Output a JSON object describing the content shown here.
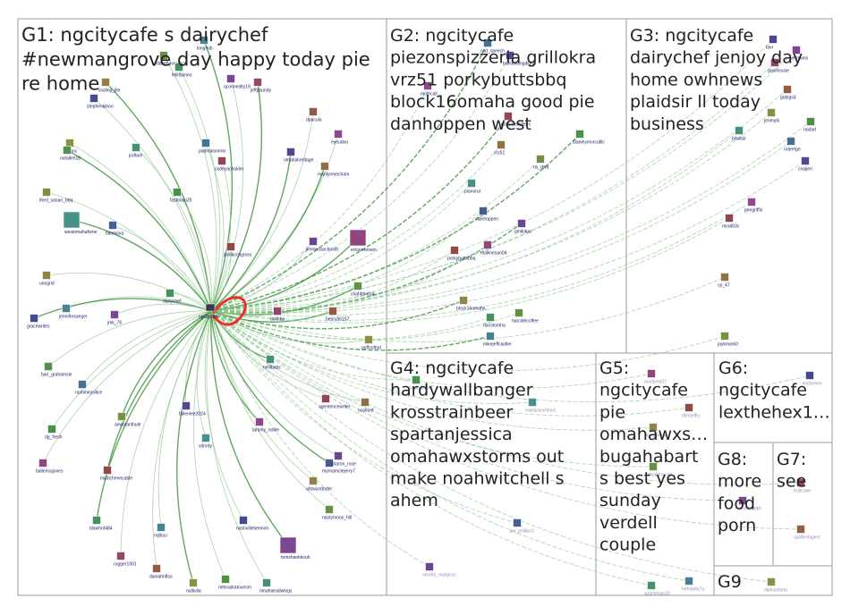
{
  "groups": [
    {
      "id": "G1",
      "lines": [
        "G1: ngcitycafe s dairychef",
        "#newmangrove day happy today pie",
        "re home"
      ]
    },
    {
      "id": "G2",
      "lines": [
        "G2: ngcitycafe",
        "piezonspizzeria grillokra",
        "vrz51 porkybuttsbbq",
        "block16omaha good pie",
        "danhoppen west"
      ]
    },
    {
      "id": "G3",
      "lines": [
        "G3: ngcitycafe",
        "dairychef jenjoy day",
        "home owhnews",
        "plaidsir ll today",
        "business"
      ]
    },
    {
      "id": "G4",
      "lines": [
        "G4: ngcitycafe",
        "hardywallbanger",
        "krosstrainbeer",
        "spartanjessica",
        "omahawxstorms out",
        "make noahwitchell s",
        "ahem"
      ]
    },
    {
      "id": "G5",
      "lines": [
        "G5:",
        "ngcitycafe",
        "pie",
        "omahawxs…",
        "bugahabart",
        "s best yes",
        "sunday",
        "verdell",
        "couple"
      ]
    },
    {
      "id": "G6",
      "lines": [
        "G6:",
        "ngcitycafe",
        "lexthehex1…"
      ]
    },
    {
      "id": "G7",
      "lines": [
        "G7:",
        "see"
      ]
    },
    {
      "id": "G8",
      "lines": [
        "G8:",
        "more",
        "food",
        "porn"
      ]
    },
    {
      "id": "G9",
      "lines": [
        "G9"
      ]
    }
  ],
  "hub": {
    "label": "ngcitycafe",
    "color": "#e8332a"
  },
  "colors": {
    "edge": "#2e8b2e",
    "edge_light": "#8cc68c",
    "box_border": "#9a9a9a",
    "label_text": "#1a1a6e"
  },
  "nodes": {
    "g1": [
      "trading_lite",
      "davehaverano",
      "felliflameo",
      "longmib",
      "stephenkiboo",
      "qconnealty19",
      "jeffpbundy",
      "dpacula",
      "mblanc",
      "outallen18",
      "jroflare",
      "padmasonmir",
      "omahaheritage",
      "eyeudoo",
      "codeyachukler",
      "marilynmecham",
      "thed_saoan_bbq",
      "fastmain25",
      "westomahafsme",
      "bitomova",
      "jimmesaschmidt",
      "ericsorensen",
      "jkollaschgross",
      "unogrid",
      "chaf4thef14",
      "dairychef",
      "jennifersanger",
      "gracewrites",
      "jmk_76",
      "dolihba",
      "henry56157",
      "goffsoftad",
      "bari_grahamsie",
      "neillbabs",
      "rashmirysilice",
      "fallenlee2024",
      "tammy_noble",
      "agentencewriter",
      "ouskunf",
      "anwolanthule",
      "dg_fresh",
      "vdnrdy",
      "myrnamclejerry7",
      "sharon_rose",
      "ballerisajones",
      "eastichenecable",
      "ahtwundorfer",
      "nastymoos_hill",
      "blawhnt484",
      "nrjlbsu",
      "nashvillebennon",
      "tomshankkouh",
      "rugger1901",
      "danlahnflso",
      "nultivlia",
      "nebraskatourism",
      "omahaeadwings"
    ],
    "g2": [
      "cod_speech",
      "bandtwangdigra",
      "mothcall",
      "ssstorestyleerc",
      "vrz51",
      "ns_dwd",
      "stanleymorcutllc",
      "pianorur",
      "danhoppen",
      "gmllokra",
      "mallinesan04",
      "porkybuttsbbq",
      "block16omaha",
      "harcdelcoffee",
      "daristomha",
      "mikejeffcastler"
    ],
    "g3": [
      "tavr",
      "setfrcwns",
      "goolinsuse",
      "gobigsd",
      "jenmyhi",
      "nodad",
      "plaidsir",
      "robertge",
      "cnaijeri",
      "pengriffin",
      "mrad03c",
      "cp_47",
      "jaykmark0"
    ],
    "g4": [
      "sstandeford",
      "marlaranchford",
      "jim_phillips1",
      "omaha_eastpcsc"
    ],
    "g5": [
      "randymd27",
      "dlmrjeffry",
      "kuickmeal",
      "nbhabtresser",
      "azuchman29",
      "hefrejefa7a"
    ],
    "g6": [
      "lexthehex"
    ],
    "g8": [
      "maemfoodbh"
    ],
    "g7": [
      "fruitcake",
      "spaltenlagers"
    ],
    "g9": [
      "dalhseduda"
    ]
  }
}
